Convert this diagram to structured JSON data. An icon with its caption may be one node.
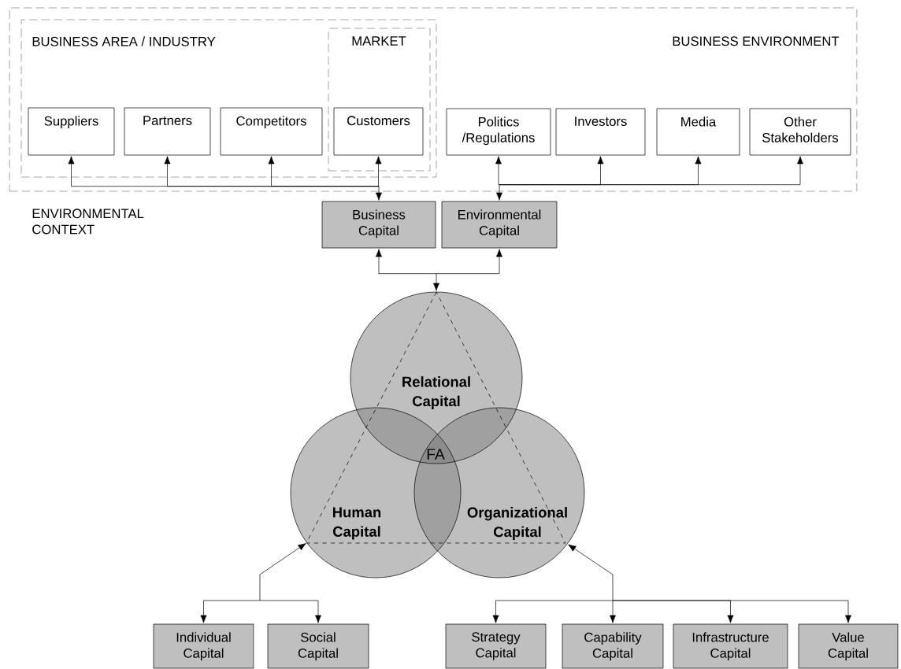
{
  "diagram": {
    "nodes": [
      {
        "text": [
          "BUSINESS ENVIRONMENT"
        ]
      },
      {
        "text": [
          "BUSINESS AREA / INDUSTRY"
        ],
        "in": 0
      },
      {
        "text": [
          "MARKET"
        ],
        "in": 1
      },
      {
        "text": [
          "Suppliers"
        ],
        "in": 1
      },
      {
        "text": [
          "Partners"
        ],
        "in": 1
      },
      {
        "text": [
          "Competitors"
        ],
        "in": 1
      },
      {
        "text": [
          "Customers"
        ],
        "in": 2
      },
      {
        "text": [
          "Politics /Regulations"
        ],
        "in": 0
      },
      {
        "text": [
          "Investors"
        ],
        "in": 0
      },
      {
        "text": [
          "Media"
        ],
        "in": 0
      },
      {
        "text": [
          "Other Stakeholders"
        ],
        "in": 0
      },
      {
        "text": [
          "Business Capital"
        ]
      },
      {
        "text": [
          "Environmental Capital"
        ]
      },
      {
        "text": [
          "Relational Capital"
        ]
      },
      {
        "text": [
          "Human Capital"
        ]
      },
      {
        "text": [
          "Organizational Capital"
        ]
      },
      {
        "text": [
          "Individual Capital"
        ]
      },
      {
        "text": [
          "Social Capital"
        ]
      },
      {
        "text": [
          "Strategy Capital"
        ]
      },
      {
        "text": [
          "Capability Capital"
        ]
      },
      {
        "text": [
          "Infrastructure Capital"
        ]
      },
      {
        "text": [
          "Value Capital"
        ]
      }
    ],
    "edges": [
      {
        "from": 11,
        "to": 3,
        "arrow": "both"
      },
      {
        "from": 11,
        "to": 4,
        "arrow": "both"
      },
      {
        "from": 11,
        "to": 5,
        "arrow": "both"
      },
      {
        "from": 11,
        "to": 6,
        "arrow": "both"
      },
      {
        "from": 12,
        "to": 7,
        "arrow": "both"
      },
      {
        "from": 12,
        "to": 8,
        "arrow": "both"
      },
      {
        "from": 12,
        "to": 9,
        "arrow": "both"
      },
      {
        "from": 12,
        "to": 10,
        "arrow": "both"
      },
      {
        "from": 13,
        "to": 11,
        "arrow": "both"
      },
      {
        "from": 13,
        "to": 12,
        "arrow": "both"
      },
      {
        "from": 14,
        "to": 16,
        "arrow": "both"
      },
      {
        "from": 14,
        "to": 17,
        "arrow": "both"
      },
      {
        "from": 15,
        "to": 18,
        "arrow": "both"
      },
      {
        "from": 15,
        "to": 19,
        "arrow": "both"
      },
      {
        "from": 15,
        "to": 20,
        "arrow": "both"
      },
      {
        "from": 15,
        "to": 21,
        "arrow": "both"
      }
    ],
    "labels": [
      "ENVIRONMENTAL CONTEXT",
      "FA"
    ]
  }
}
